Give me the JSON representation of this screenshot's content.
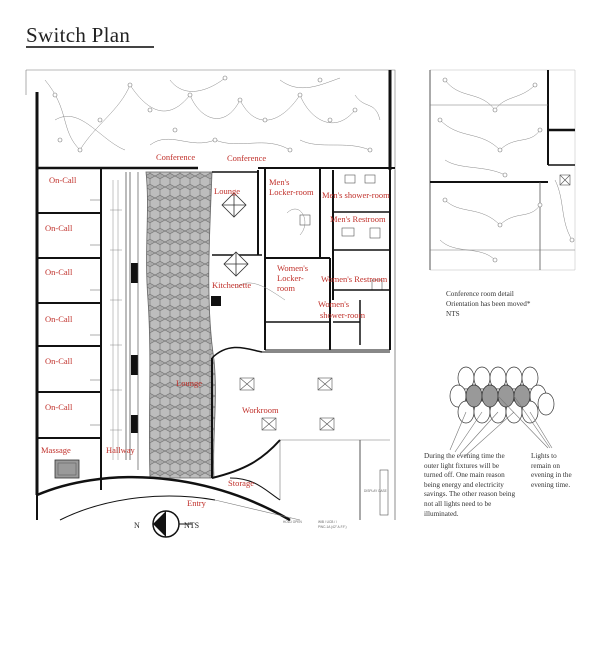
{
  "title": "Switch Plan",
  "colors": {
    "label": "#c0302a",
    "wall": "#111111",
    "fixture": "#8a8a8a",
    "line": "#999999"
  },
  "rooms": {
    "conference_1": "Conference",
    "conference_2": "Conference",
    "oncall": [
      "On-Call",
      "On-Call",
      "On-Call",
      "On-Call",
      "On-Call",
      "On-Call"
    ],
    "lounge_top": "Lounge",
    "mens_locker": [
      "Men's",
      "Locker-room"
    ],
    "mens_shower": "Men's shower-room",
    "mens_restroom": "Men's Restroom",
    "kitchenette": "Kitchenette",
    "womens_locker": [
      "Women's",
      "Locker-",
      "room"
    ],
    "womens_restroom": "Women's Restroom",
    "womens_shower": [
      "Women's",
      "shower-room"
    ],
    "lounge_mid": "Lounge",
    "workroom": "Workroom",
    "massage": "Massage",
    "hallway": "Hallway",
    "storage": "Storage",
    "entry": "Entry"
  },
  "compass": {
    "north": "N",
    "scale": "NTS"
  },
  "small_text": {
    "hold_open": "HOLD OPEN",
    "display_case": "DISPLAY CASE",
    "fixture_note_1": "WIB / UCB / /",
    "fixture_note_2": "PWC-1A (42\" A.F.F.)"
  },
  "conference_detail": {
    "caption_1": "Conference room detail",
    "caption_2": "Orientation has been moved*",
    "caption_3": "NTS"
  },
  "legend": {
    "left_note": "During the evening time the outer light fixtures will be turned off. One main reason being energy and electricity savings. The other reason being not all lights need to be illuminated.",
    "right_note": "Lights to remain on evening in the evening time."
  }
}
